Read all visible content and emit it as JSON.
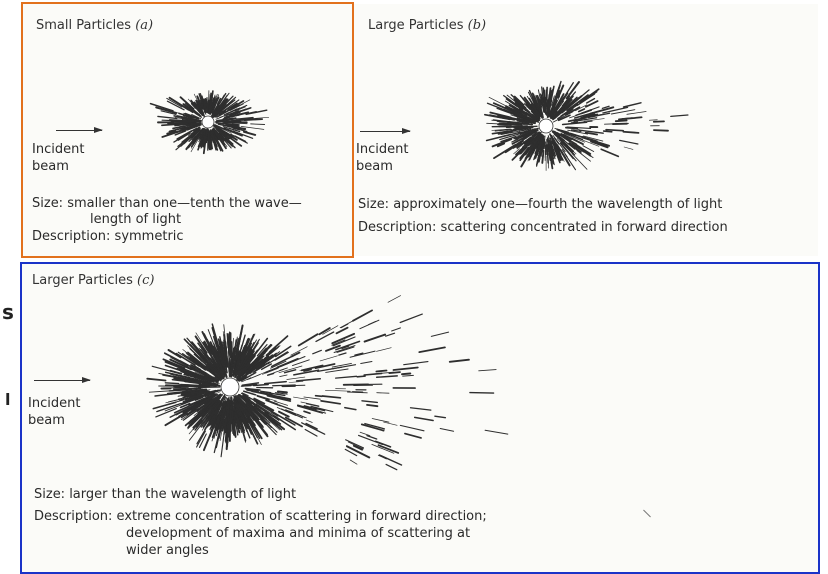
{
  "panel_a": {
    "title": "Small Particles",
    "label": "(a)",
    "incident": "Incident",
    "beam": "beam",
    "size_line1": "Size: smaller than one—tenth the wave—",
    "size_line2": "length of light",
    "description": "Description: symmetric"
  },
  "panel_b": {
    "title": "Large Particles",
    "label": "(b)",
    "incident": "Incident",
    "beam": "beam",
    "size": "Size: approximately one—fourth the wavelength of light",
    "description": "Description: scattering concentrated in forward direction"
  },
  "panel_c": {
    "title": "Larger Particles",
    "label": "(c)",
    "incident": "Incident",
    "beam": "beam",
    "size": "Size: larger than the wavelength of light",
    "description_line1": "Description: extreme concentration of scattering in forward direction;",
    "description_line2": "development of maxima and minima of scattering at",
    "description_line3": "wider angles"
  },
  "colors": {
    "highlight_a": "#e2711d",
    "highlight_c": "#1a33c8"
  }
}
